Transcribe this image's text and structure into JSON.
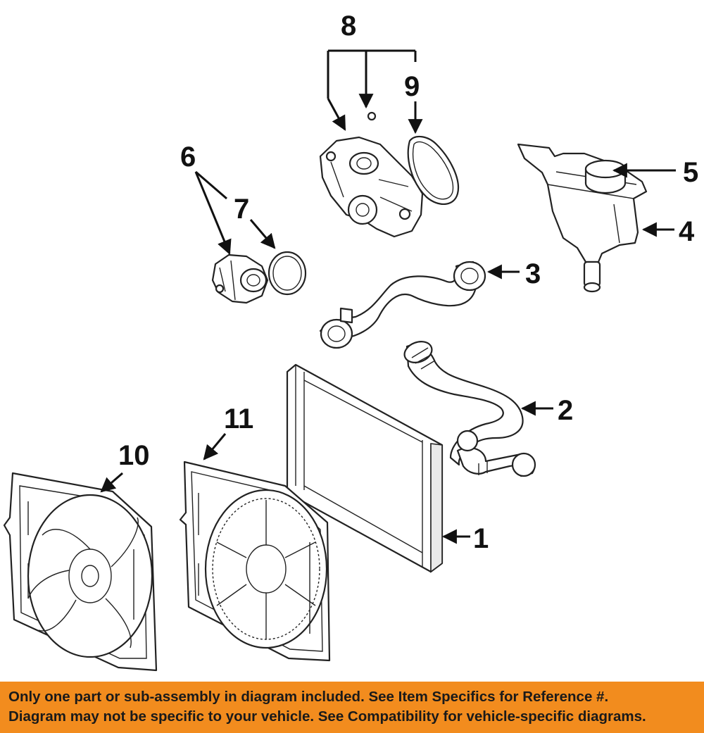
{
  "callouts": {
    "c1": "1",
    "c2": "2",
    "c3": "3",
    "c4": "4",
    "c5": "5",
    "c6": "6",
    "c7": "7",
    "c8": "8",
    "c9": "9",
    "c10": "10",
    "c11": "11"
  },
  "disclaimer": {
    "line1": "Only one part or sub-assembly in diagram included. See Item Specifics for Reference #.",
    "line2": "Diagram may not be specific to your vehicle. See Compatibility for vehicle-specific diagrams."
  },
  "colors": {
    "banner": "#f28c1e",
    "ink": "#111111"
  }
}
